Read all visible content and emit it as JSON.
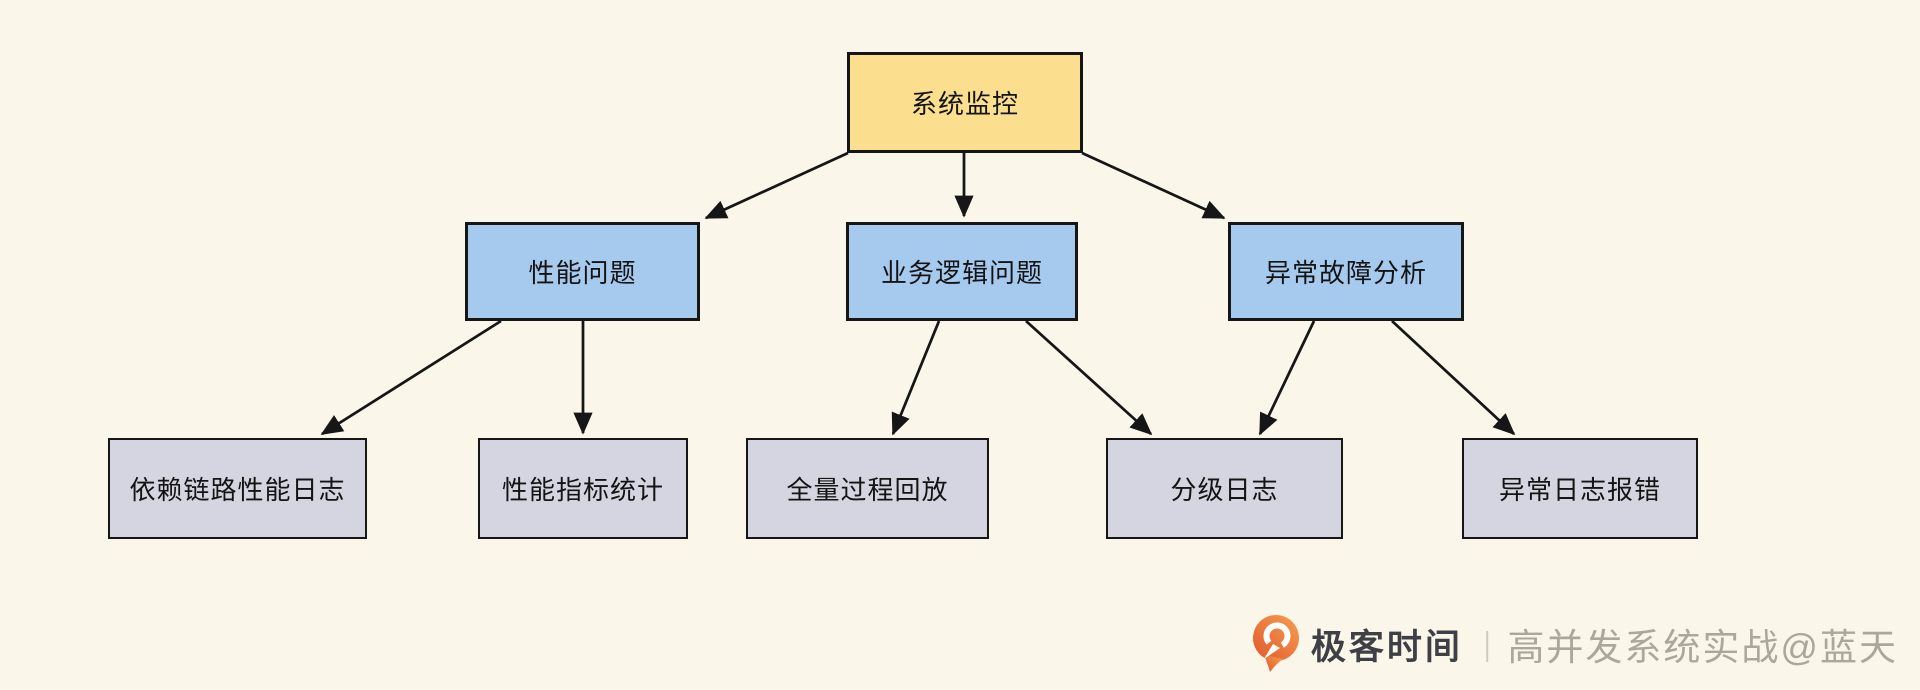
{
  "diagram": {
    "title_node": {
      "label": "系统监控"
    },
    "level2": [
      {
        "label": "性能问题"
      },
      {
        "label": "业务逻辑问题"
      },
      {
        "label": "异常故障分析"
      }
    ],
    "level3": [
      {
        "label": "依赖链路性能日志"
      },
      {
        "label": "性能指标统计"
      },
      {
        "label": "全量过程回放"
      },
      {
        "label": "分级日志"
      },
      {
        "label": "异常日志报错"
      }
    ],
    "edges": [
      {
        "from": "系统监控",
        "to": "性能问题"
      },
      {
        "from": "系统监控",
        "to": "业务逻辑问题"
      },
      {
        "from": "系统监控",
        "to": "异常故障分析"
      },
      {
        "from": "性能问题",
        "to": "依赖链路性能日志"
      },
      {
        "from": "性能问题",
        "to": "性能指标统计"
      },
      {
        "from": "业务逻辑问题",
        "to": "全量过程回放"
      },
      {
        "from": "业务逻辑问题",
        "to": "分级日志"
      },
      {
        "from": "异常故障分析",
        "to": "分级日志"
      },
      {
        "from": "异常故障分析",
        "to": "异常日志报错"
      }
    ],
    "colors": {
      "background": "#faf7ea",
      "root_fill": "#fbdf8e",
      "branch_fill": "#a6c9ee",
      "leaf_fill": "#d5d5e1",
      "line": "#161616"
    }
  },
  "watermark": {
    "brand": "极客时间",
    "separator": "|",
    "credit": "高并发系统实战@蓝天",
    "logo_color_dark": "#e2572a",
    "logo_color_light": "#f5a053"
  }
}
